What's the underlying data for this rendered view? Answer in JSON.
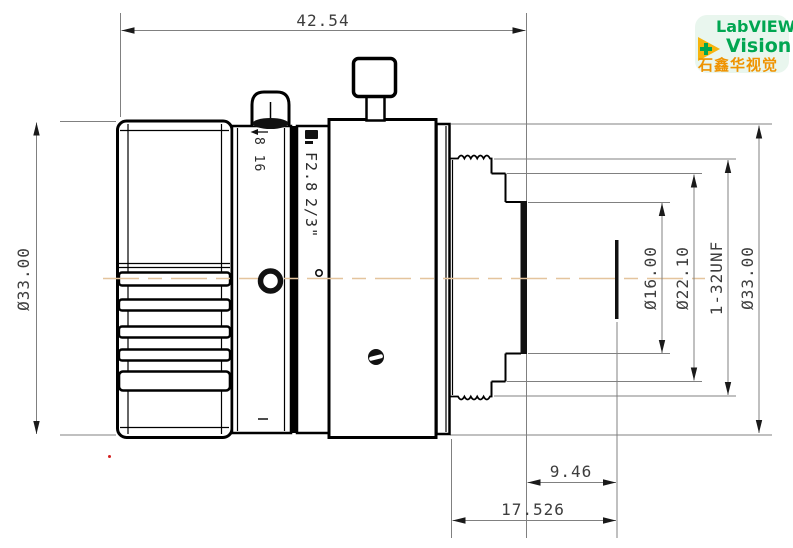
{
  "drawing": {
    "dimensions": {
      "total_length": "42.54",
      "body_diameter": "Ø33.00",
      "rear_tip_diameter": "Ø16.00",
      "rear_barrel_diameter": "Ø22.10",
      "mount_thread": "1-32UNF",
      "flange_diameter": "Ø33.00",
      "tip_to_image_plane": "9.46",
      "flange_focal_distance": "17.526"
    },
    "markings": {
      "iris_scale": "8 16",
      "aperture": "F2.8",
      "sensor_format": "2/3\""
    }
  },
  "logo": {
    "line1": "LabVIEW",
    "line2": "Vision",
    "line3": "石鑫华视觉"
  },
  "colors": {
    "outline": "#000000",
    "dim_line": "#808080",
    "centerline": "#e4c49d",
    "text": "#3d3d3d",
    "logo_green": "#00a651",
    "logo_yellow": "#f6b40e",
    "logo_orange": "#ef9300",
    "logo_bg": "#e9f6ee",
    "marker_red": "#d42020"
  }
}
